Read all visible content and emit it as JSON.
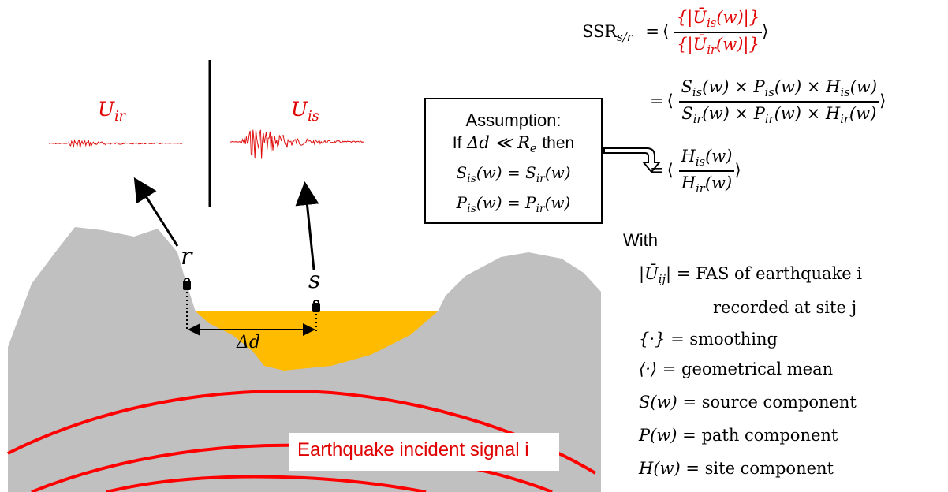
{
  "wave_labels": {
    "receiver_base": "U",
    "receiver_sub": "ir",
    "site_base": "U",
    "site_sub": "is"
  },
  "station_labels": {
    "reference": "r",
    "site": "s",
    "distance": "Δd"
  },
  "incident_label": "Earthquake incident signal i",
  "assumption": {
    "title": "Assumption:",
    "condition_prefix": "If",
    "condition_math": "Δd ≪ R",
    "condition_sub": "e",
    "condition_suffix": "then",
    "eq1": "S_is(w) = S_ir(w)",
    "eq2": "P_is(w) = P_ir(w)"
  },
  "formula": {
    "lhs": "SSR",
    "lhs_sub": "s/r",
    "line1_num": "{|Ū_is(w)|}",
    "line1_den": "{|Ū_ir(w)|}",
    "line2_num": "S_is(w) × P_is(w) × H_is(w)",
    "line2_den": "S_ir(w) × P_ir(w) × H_ir(w)",
    "line3_num": "H_is(w)",
    "line3_den": "H_ir(w)"
  },
  "legend": {
    "heading": "With",
    "items": [
      {
        "symbol": "|Ū_ij|",
        "text": "= FAS of earthquake i"
      },
      {
        "symbol": "",
        "text": "recorded at site j"
      },
      {
        "symbol": "{·}",
        "text": "= smoothing"
      },
      {
        "symbol": "⟨·⟩",
        "text": "= geometrical mean"
      },
      {
        "symbol": "S(w)",
        "text": "= source component"
      },
      {
        "symbol": "P(w)",
        "text": "= path component"
      },
      {
        "symbol": "H(w)",
        "text": "= site component"
      }
    ]
  },
  "colors": {
    "rock": "#c0c0c0",
    "sediment": "#ffbb00",
    "wave": "#ff0000",
    "seismogram": "#e01010"
  }
}
